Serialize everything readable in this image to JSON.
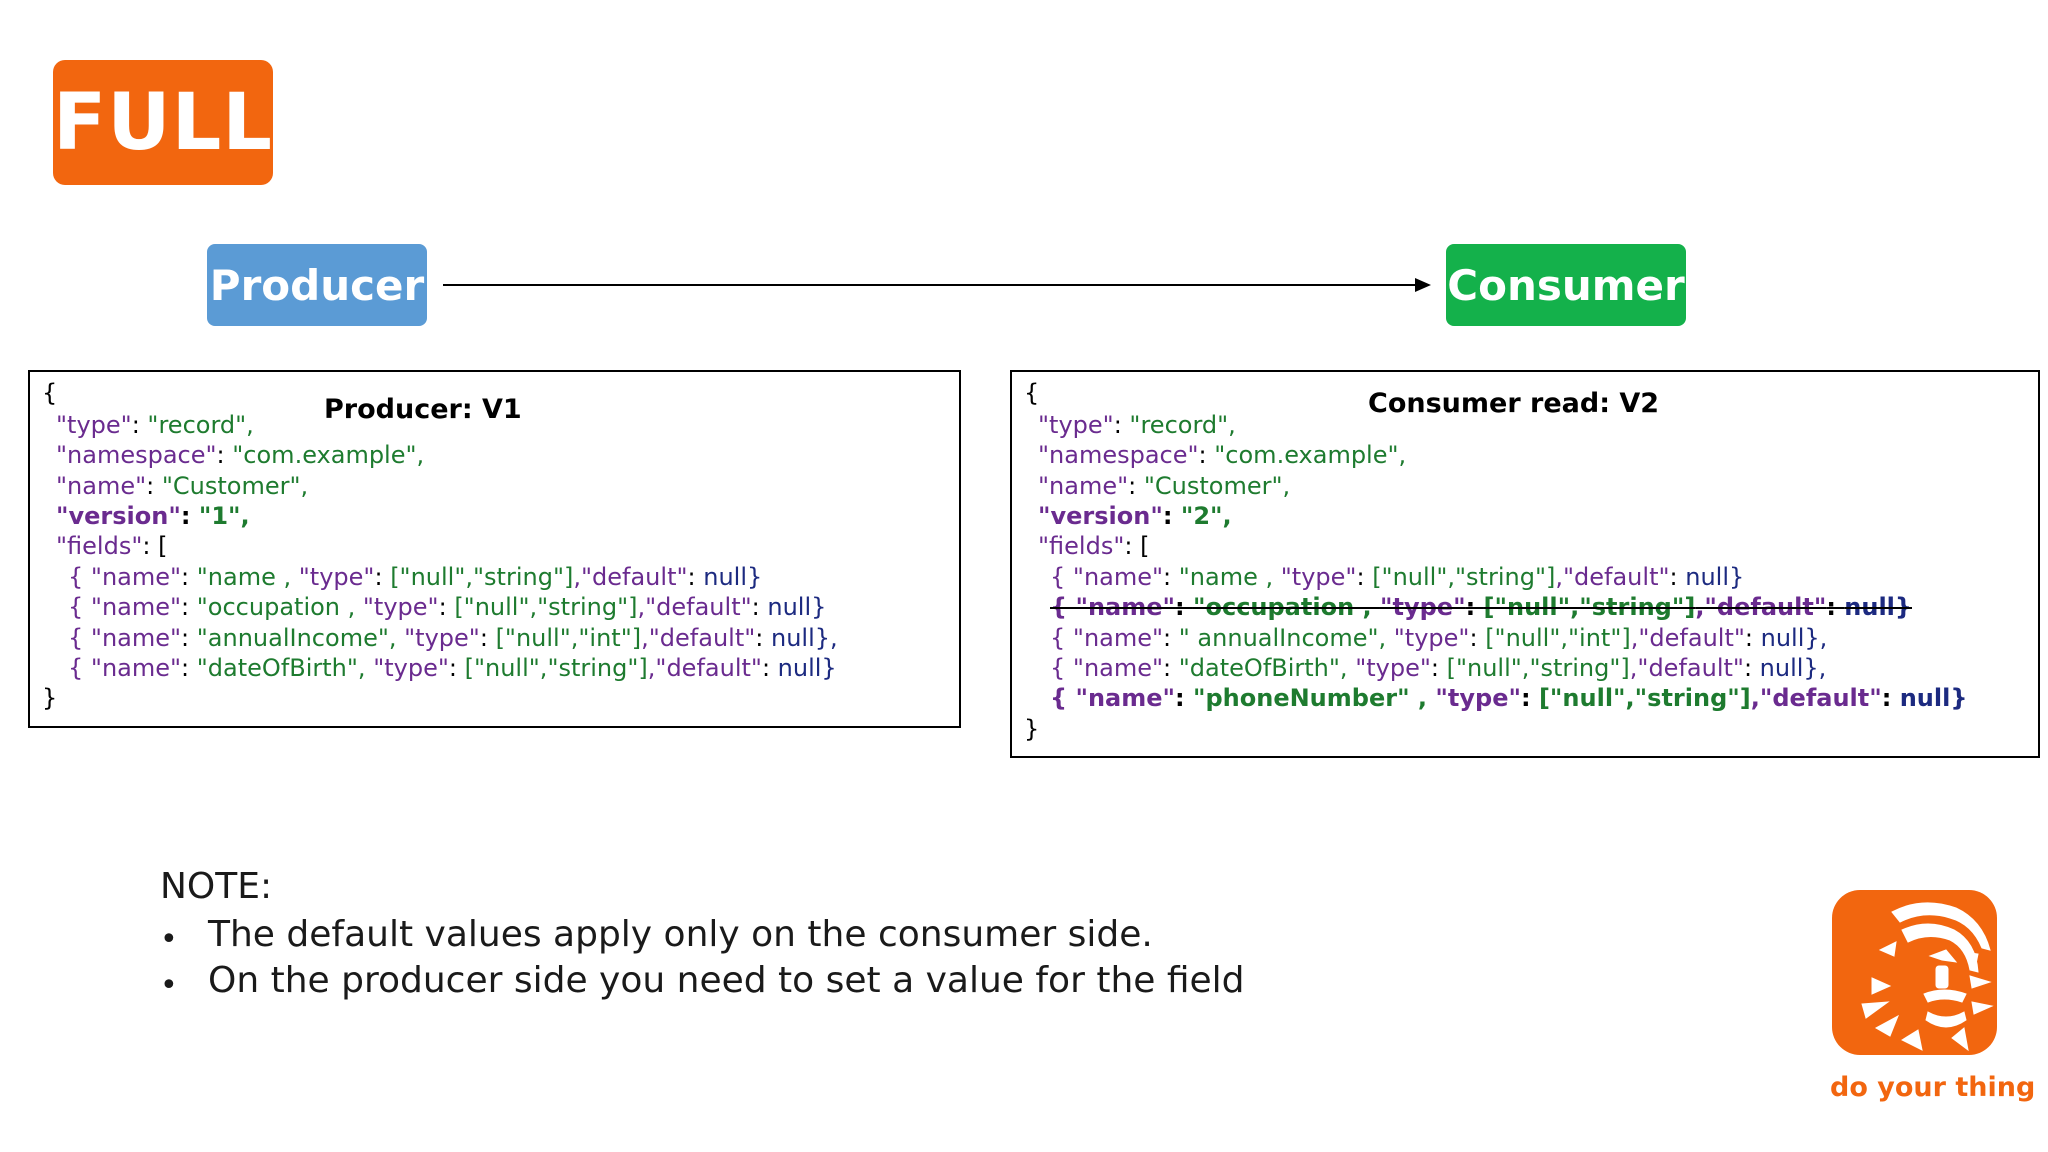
{
  "badge": "FULL",
  "producer_label": "Producer",
  "consumer_label": "Consumer",
  "producer_box": {
    "title": "Producer: V1",
    "open_brace": "{",
    "close_brace": "}",
    "type_key": "\"type\"",
    "type_val": "\"record\",",
    "ns_key": "\"namespace\"",
    "ns_val": "\"com.example\",",
    "name_key": "\"name\"",
    "name_val": "\"Customer\",",
    "version_key": "\"version\"",
    "version_val": "\"1\",",
    "fields_key": "\"fields\"",
    "fields_open": ": [",
    "field1": {
      "k1": "{ \"name\"",
      "v1": "\"name , ",
      "k2": "\"type\"",
      "v2": "[\"null\",\"string\"]",
      "k3": ",\"default\"",
      "v3": "null}"
    },
    "field2": {
      "k1": "{ \"name\"",
      "v1": "\"occupation , ",
      "k2": "\"type\"",
      "v2": "[\"null\",\"string\"]",
      "k3": ",\"default\"",
      "v3": "null}"
    },
    "field3": {
      "k1": "{ \"name\"",
      "v1": "\"annualIncome\", ",
      "k2": "\"type\"",
      "v2": "[\"null\",\"int\"]",
      "k3": ",\"default\"",
      "v3": "null},"
    },
    "field4": {
      "k1": "{ \"name\"",
      "v1": "\"dateOfBirth\", ",
      "k2": "\"type\"",
      "v2": "[\"null\",\"string\"]",
      "k3": ",\"default\"",
      "v3": "null}"
    }
  },
  "consumer_box": {
    "title": "Consumer read: V2",
    "open_brace": "{",
    "close_brace": "}",
    "type_key": "\"type\"",
    "type_val": "\"record\",",
    "ns_key": "\"namespace\"",
    "ns_val": "\"com.example\",",
    "name_key": "\"name\"",
    "name_val": "\"Customer\",",
    "version_key": "\"version\"",
    "version_val": "\"2\",",
    "fields_key": "\"fields\"",
    "fields_open": ": [",
    "field1": {
      "k1": "{ \"name\"",
      "v1": "\"name , ",
      "k2": "\"type\"",
      "v2": "[\"null\",\"string\"]",
      "k3": ",\"default\"",
      "v3": "null}"
    },
    "field2_removed": {
      "k1": "{ \"name\"",
      "v1": "\"occupation , ",
      "k2": "\"type\"",
      "v2": "[\"null\",\"string\"]",
      "k3": ",\"default\"",
      "v3": "null}"
    },
    "field3": {
      "k1": "{ \"name\"",
      "v1": "\" annualIncome\", ",
      "k2": "\"type\"",
      "v2": "[\"null\",\"int\"]",
      "k3": ",\"default\"",
      "v3": "null},"
    },
    "field4": {
      "k1": "{ \"name\"",
      "v1": "\"dateOfBirth\", ",
      "k2": "\"type\"",
      "v2": "[\"null\",\"string\"]",
      "k3": ",\"default\"",
      "v3": "null},"
    },
    "field5_added": {
      "k1": "{ \"name\"",
      "v1": "\"phoneNumber\" , ",
      "k2": "\"type\"",
      "v2": "[\"null\",\"string\"]",
      "k3": ",\"default\"",
      "v3": "null}"
    }
  },
  "note": {
    "heading": "NOTE:",
    "bullet": "•",
    "items": [
      "The default values apply only on the consumer side.",
      "On the producer side you need to set a value for the field"
    ]
  },
  "tagline": "do your thing",
  "colors": {
    "orange": "#f2660f",
    "producer_blue": "#5b9bd5",
    "consumer_green": "#14b14b",
    "key_purple": "#6a2b8f",
    "string_green": "#1e7b2f",
    "null_navy": "#1c2a80"
  }
}
